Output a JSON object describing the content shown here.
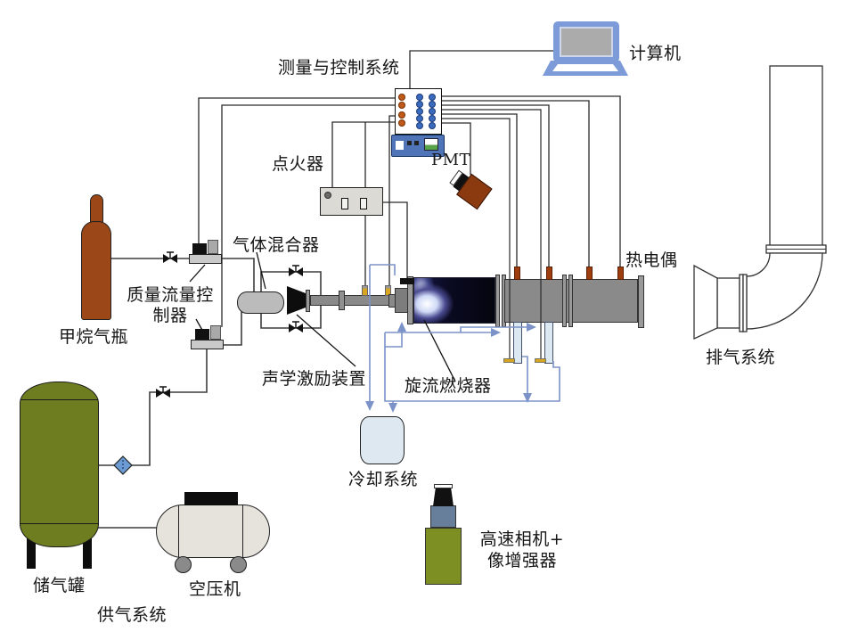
{
  "labels": {
    "measurement_control_system": "测量与控制系统",
    "computer": "计算机",
    "igniter": "点火器",
    "pmt": "PMT",
    "thermocouple": "热电偶",
    "gas_mixer": "气体混合器",
    "mass_flow_controller_line1": "质量流量控",
    "mass_flow_controller_line2": "制器",
    "methane_cylinder": "甲烷气瓶",
    "acoustic_excitation_device": "声学激励装置",
    "swirl_burner": "旋流燃烧器",
    "exhaust_system": "排气系统",
    "cooling_system": "冷却系统",
    "gas_tank": "储气罐",
    "air_compressor": "空压机",
    "gas_supply_system": "供气系统",
    "highspeed_camera_line1": "高速相机+",
    "highspeed_camera_line2": "像增强器"
  },
  "colors": {
    "laptop_blue": "#7c9bd8",
    "screen_gray": "#ababab",
    "cooling_line_blue": "#7b93c8",
    "tank_olive": "#6e7d20",
    "camera_green": "#7d8f23",
    "methane_brown": "#9b4718",
    "thermocouple_brown": "#9e3d0e",
    "pmt_brown": "#8b3a10",
    "daq_port_orange": "#c05a1a",
    "daq_port_blue": "#3a6bbf",
    "signal_device_blue": "#4f74b8",
    "sensor_amber": "#d9a520",
    "pipe_gray": "#8a8a8a",
    "coolant_fill": "#dde8f0",
    "wire_black": "#2a2a2a"
  }
}
